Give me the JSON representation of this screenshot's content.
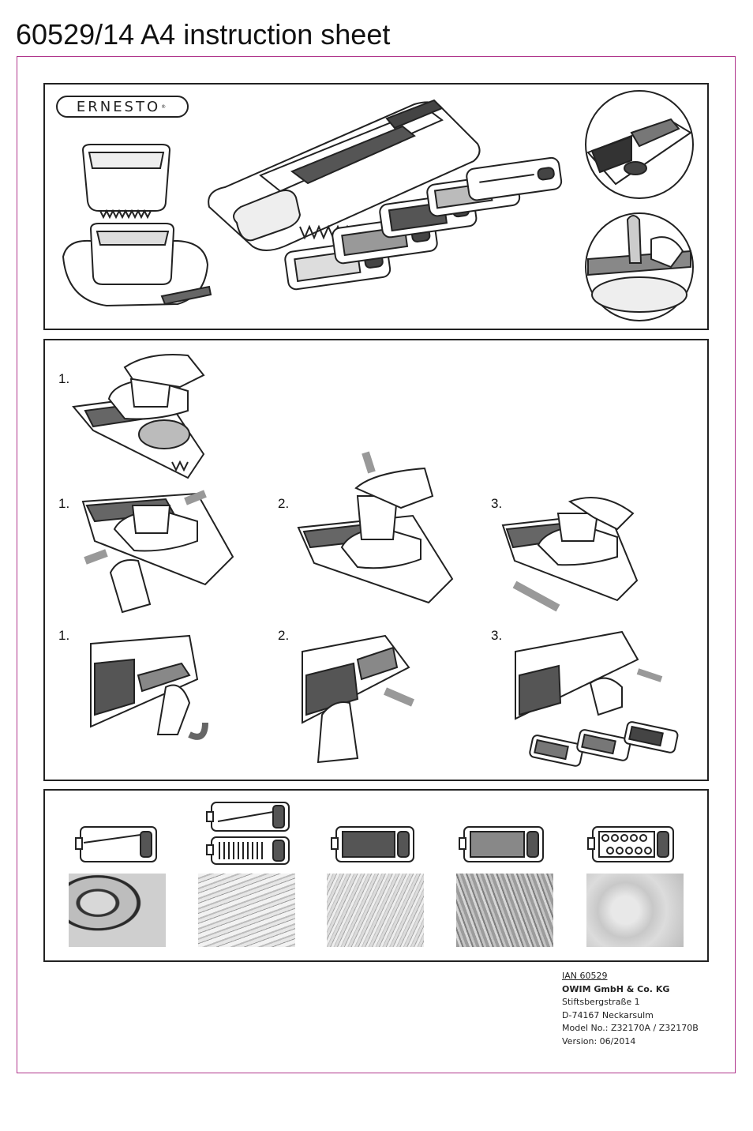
{
  "document": {
    "title": "60529/14 A4 instruction sheet"
  },
  "brand": {
    "logo_text": "ERNESTO",
    "registered_mark": "®"
  },
  "steps": {
    "row1": [
      "1."
    ],
    "row2": [
      "1.",
      "2.",
      "3."
    ],
    "row3": [
      "1.",
      "2.",
      "3."
    ]
  },
  "footer": {
    "ian": "IAN 60529",
    "company": "OWIM GmbH & Co. KG",
    "street": "Stiftsbergstraße 1",
    "city": "D-74167 Neckarsulm",
    "model": "Model No.: Z32170A / Z32170B",
    "version": "Version: 06/2014"
  },
  "icons": {
    "product": "mandoline-slicer-icon",
    "holder": "food-holder-icon",
    "blades": [
      "slicing-blade-icon",
      "julienne-blade-icon",
      "fine-grater-icon",
      "medium-grater-icon",
      "coarse-grater-icon"
    ],
    "arrows": "push-arrow-icon"
  },
  "colors": {
    "frame": "#b0358c",
    "line": "#222222",
    "arrow": "#9a9a9a"
  }
}
